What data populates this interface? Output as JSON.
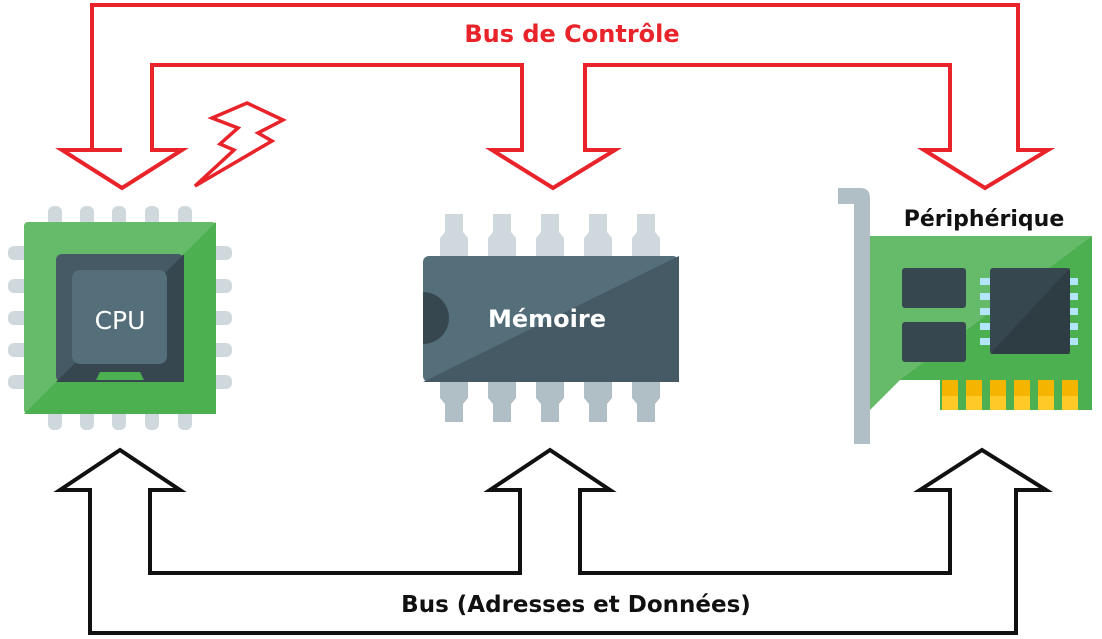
{
  "labels": {
    "control_bus": "Bus de Contrôle",
    "data_bus": "Bus (Adresses et Données)",
    "cpu": "CPU",
    "memory": "Mémoire",
    "peripheral": "Périphérique"
  },
  "colors": {
    "control_bus": "#e8232a",
    "data_bus": "#111111",
    "chip_board": "#4caf50",
    "chip_body": "#455a64",
    "pins": "#cfd8dc",
    "gold_contacts": "#f5b400"
  },
  "icons": {
    "cpu": "cpu-chip-icon",
    "memory": "memory-chip-icon",
    "peripheral": "expansion-card-icon",
    "activity": "lightning-bolt-icon"
  }
}
